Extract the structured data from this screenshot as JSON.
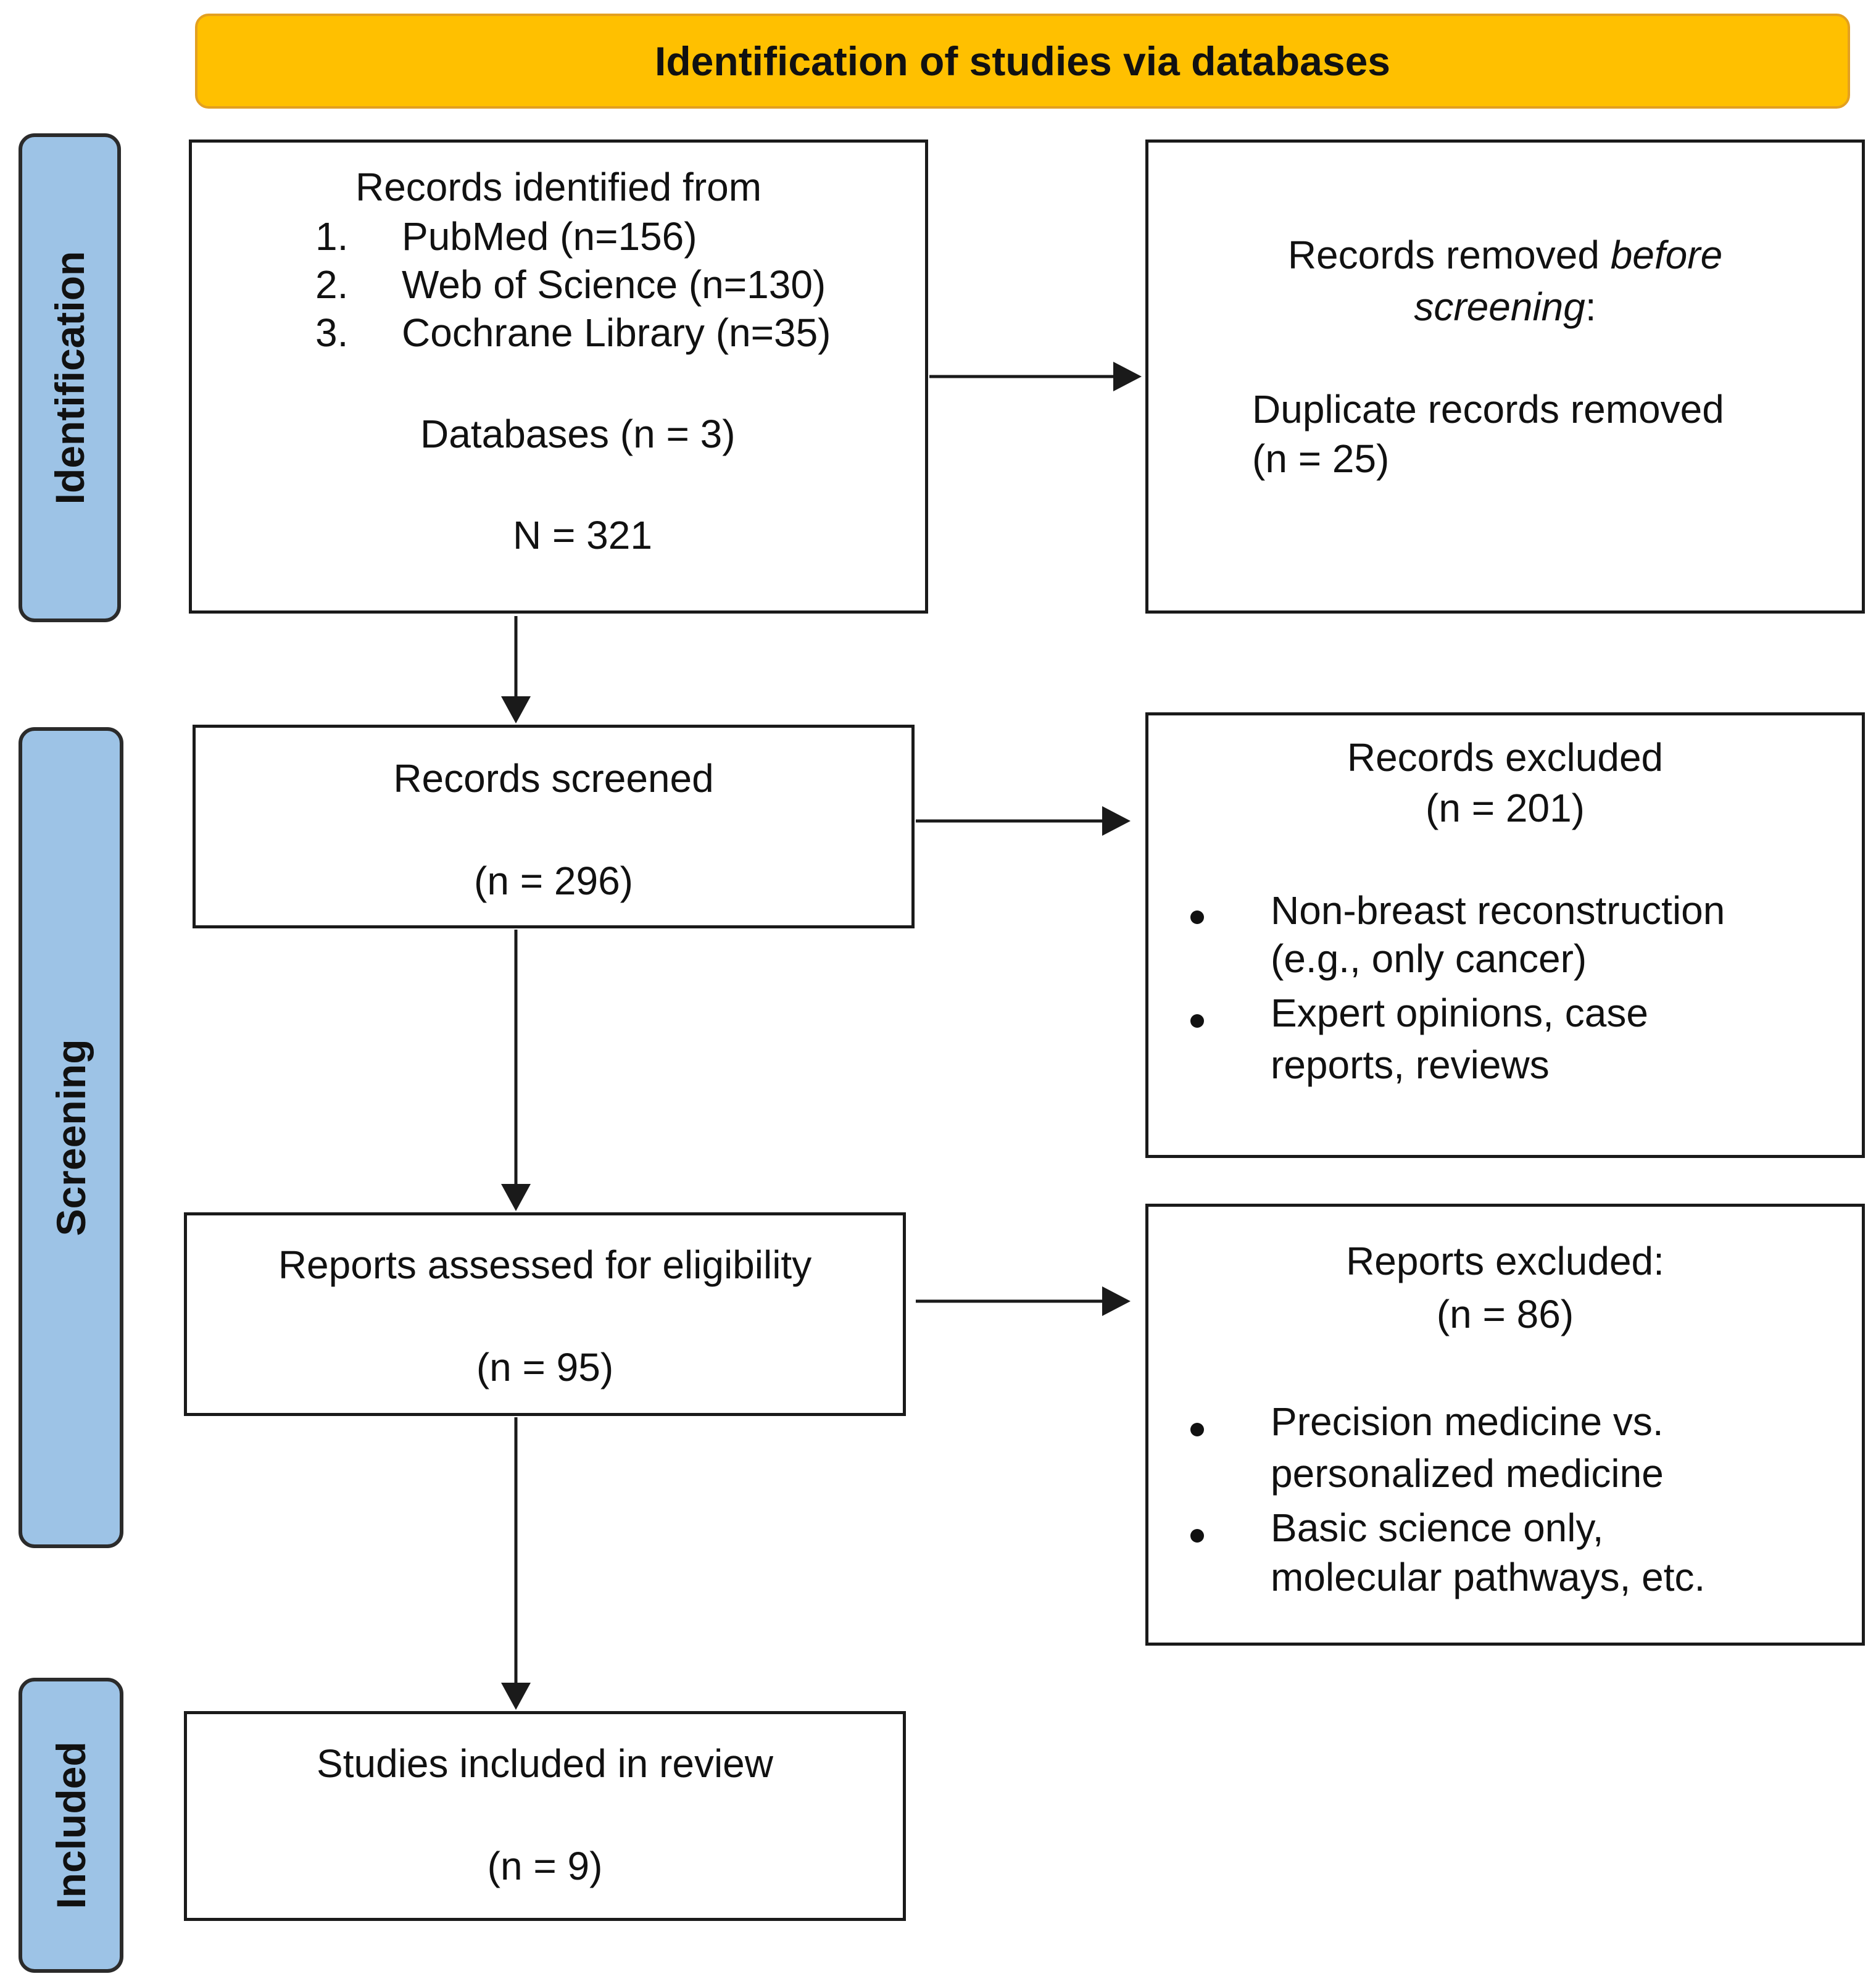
{
  "header": {
    "title": "Identification of studies via databases"
  },
  "phases": {
    "identification": "Identification",
    "screening": "Screening",
    "included": "Included"
  },
  "identified": {
    "heading": "Records identified from",
    "sources": [
      {
        "num": "1.",
        "text": "PubMed (n=156)"
      },
      {
        "num": "2.",
        "text": "Web of Science (n=130)"
      },
      {
        "num": "3.",
        "text": "Cochrane Library (n=35)"
      }
    ],
    "databases": "Databases (n = 3)",
    "total": "N = 321"
  },
  "removed": {
    "line1_start": "Records removed ",
    "line1_italic": "before",
    "line2_italic": "screening",
    "line2_end": ":",
    "detail_line1": "Duplicate records removed",
    "detail_line2": "(n = 25)"
  },
  "screened": {
    "label": "Records screened",
    "count": "(n = 296)"
  },
  "excluded": {
    "label": "Records excluded",
    "count": "(n = 201)",
    "reasons": [
      {
        "line1": "Non-breast reconstruction",
        "line2": "(e.g., only cancer)"
      },
      {
        "line1": "Expert opinions, case",
        "line2": "reports, reviews"
      }
    ]
  },
  "assessed": {
    "label": "Reports assessed for eligibility",
    "count": "(n = 95)"
  },
  "reports_excluded": {
    "label": "Reports excluded:",
    "count": "(n = 86)",
    "reasons": [
      {
        "line1": "Precision medicine vs.",
        "line2": "personalized medicine"
      },
      {
        "line1": "Basic science only,",
        "line2": "molecular pathways, etc."
      }
    ]
  },
  "included": {
    "label": "Studies included in review",
    "count": "(n = 9)"
  },
  "colors": {
    "banner": "#ffc000",
    "phase": "#9dc3e6",
    "line": "#1a1a1a"
  }
}
